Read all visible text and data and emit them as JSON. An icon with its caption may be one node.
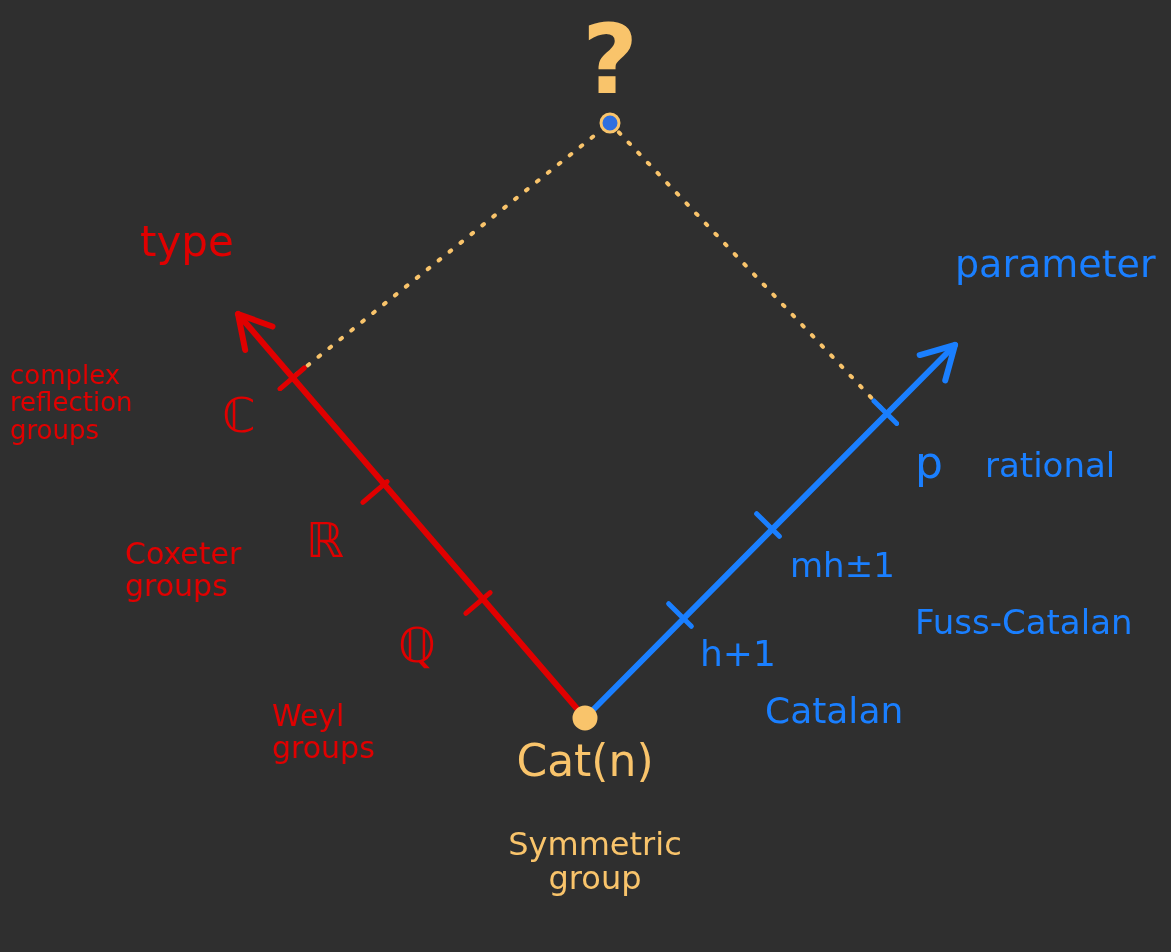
{
  "diagram": {
    "nodes": [
      {
        "text": [],
        "shape": "circle",
        "beside": [
          "?"
        ]
      },
      {
        "text": [],
        "shape": "bar"
      },
      {
        "text": [],
        "shape": "bar"
      },
      {
        "text": [],
        "shape": "circle",
        "beside": [
          "Cat(n)",
          "Symmetric group"
        ]
      }
    ],
    "edges": [
      {
        "from": 1,
        "to": 0,
        "arrow": "none",
        "style": "dashed"
      },
      {
        "from": 2,
        "to": 0,
        "arrow": "none",
        "style": "dashed"
      }
    ],
    "labels": [
      "type",
      "parameter",
      "complex reflection groups",
      "ℂ",
      "ℝ",
      "Coxeter groups",
      "ℚ",
      "Weyl groups",
      "p",
      "rational",
      "mh±1",
      "Fuss-Catalan",
      "h+1",
      "Catalan"
    ]
  }
}
